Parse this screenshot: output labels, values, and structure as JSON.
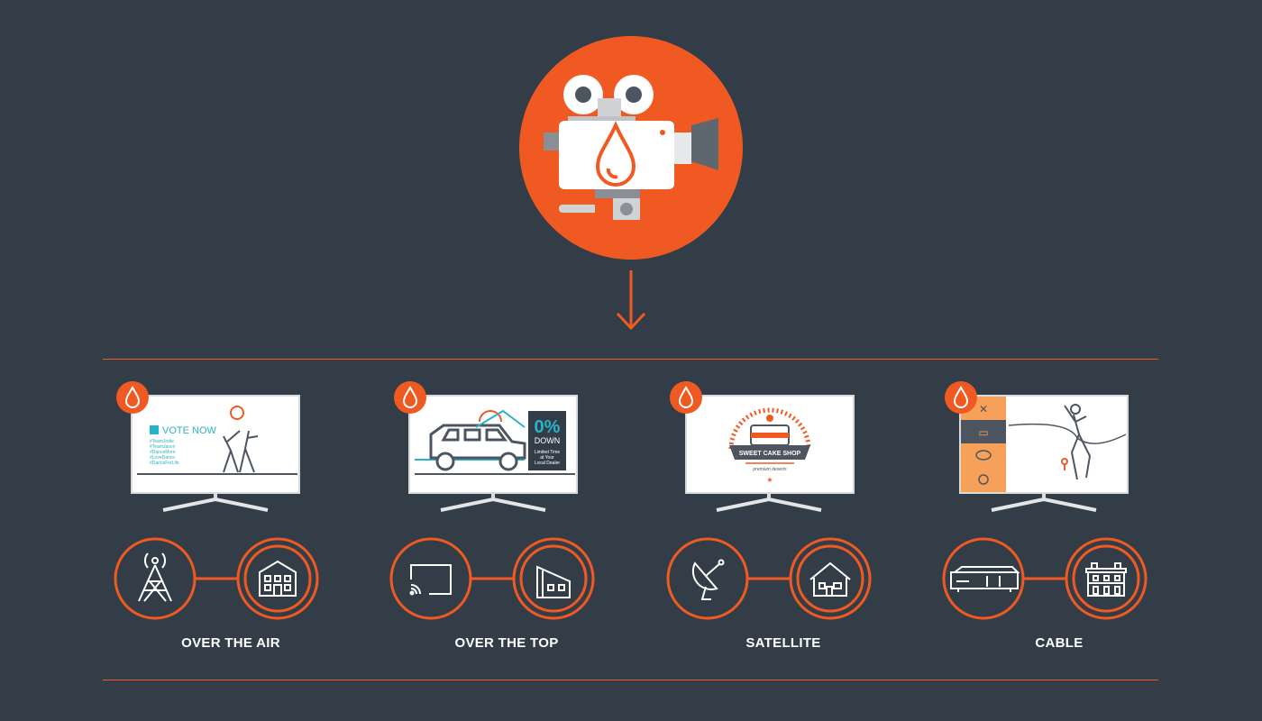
{
  "colors": {
    "background": "#333d48",
    "accent": "#f05a22",
    "white": "#ffffff",
    "grey": "#8a8f95",
    "teal": "#2ab3c8"
  },
  "hero": {
    "icon": "film-camera-icon",
    "badge_icon": "drop-icon"
  },
  "flow_arrow_icon": "arrow-down-icon",
  "channels": [
    {
      "label": "OVER THE AIR",
      "source_icon": "broadcast-tower-icon",
      "destination_icon": "apartment-building-icon",
      "screen": {
        "title": "VOTE NOW",
        "hashtags": [
          "#TeamJodie",
          "#TeamJason",
          "#DanceMore",
          "#LoveDance",
          "#DanceForLife"
        ]
      }
    },
    {
      "label": "OVER THE TOP",
      "source_icon": "cast-screen-icon",
      "destination_icon": "modern-house-icon",
      "screen": {
        "big": "0%",
        "sub": "DOWN",
        "small_lines": [
          "Limited Time",
          "at Your",
          "Local Dealer"
        ]
      }
    },
    {
      "label": "SATELLITE",
      "source_icon": "satellite-dish-icon",
      "destination_icon": "house-icon",
      "screen": {
        "title": "SWEET CAKE SHOP",
        "subtitle": "premium deserts"
      }
    },
    {
      "label": "CABLE",
      "source_icon": "cable-box-icon",
      "destination_icon": "townhouse-icon",
      "screen": {
        "scene": "golf-player-icon"
      }
    }
  ]
}
